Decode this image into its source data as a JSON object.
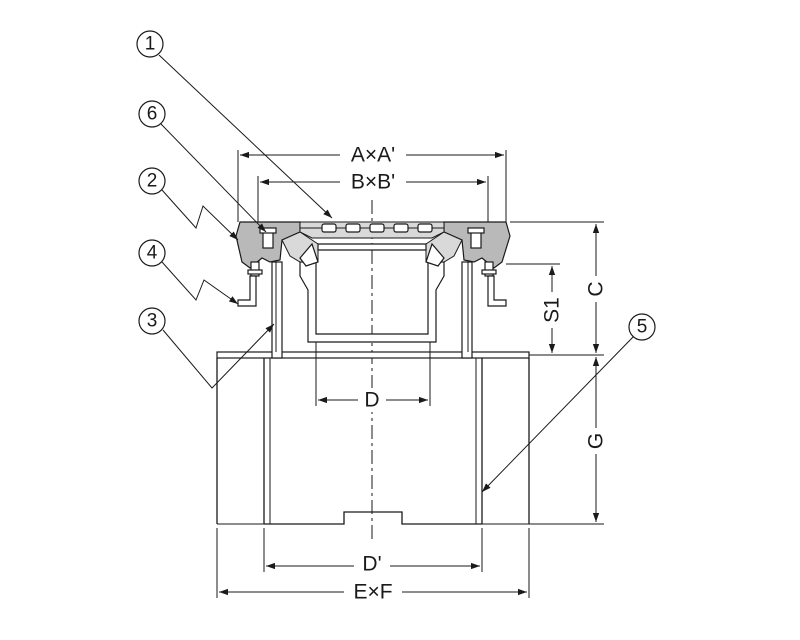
{
  "callouts": {
    "c1": "1",
    "c2": "2",
    "c3": "3",
    "c4": "4",
    "c5": "5",
    "c6": "6"
  },
  "dimensions": {
    "a_x_a": "A×A'",
    "b_x_b": "B×B'",
    "s1": "S1",
    "c": "C",
    "d": "D",
    "g": "G",
    "d_prime": "D'",
    "e_x_f": "E×F"
  },
  "colors": {
    "line": "#1a1a1a",
    "fill_gray": "#b9b9b9",
    "fill_light": "#d9d9d9"
  }
}
